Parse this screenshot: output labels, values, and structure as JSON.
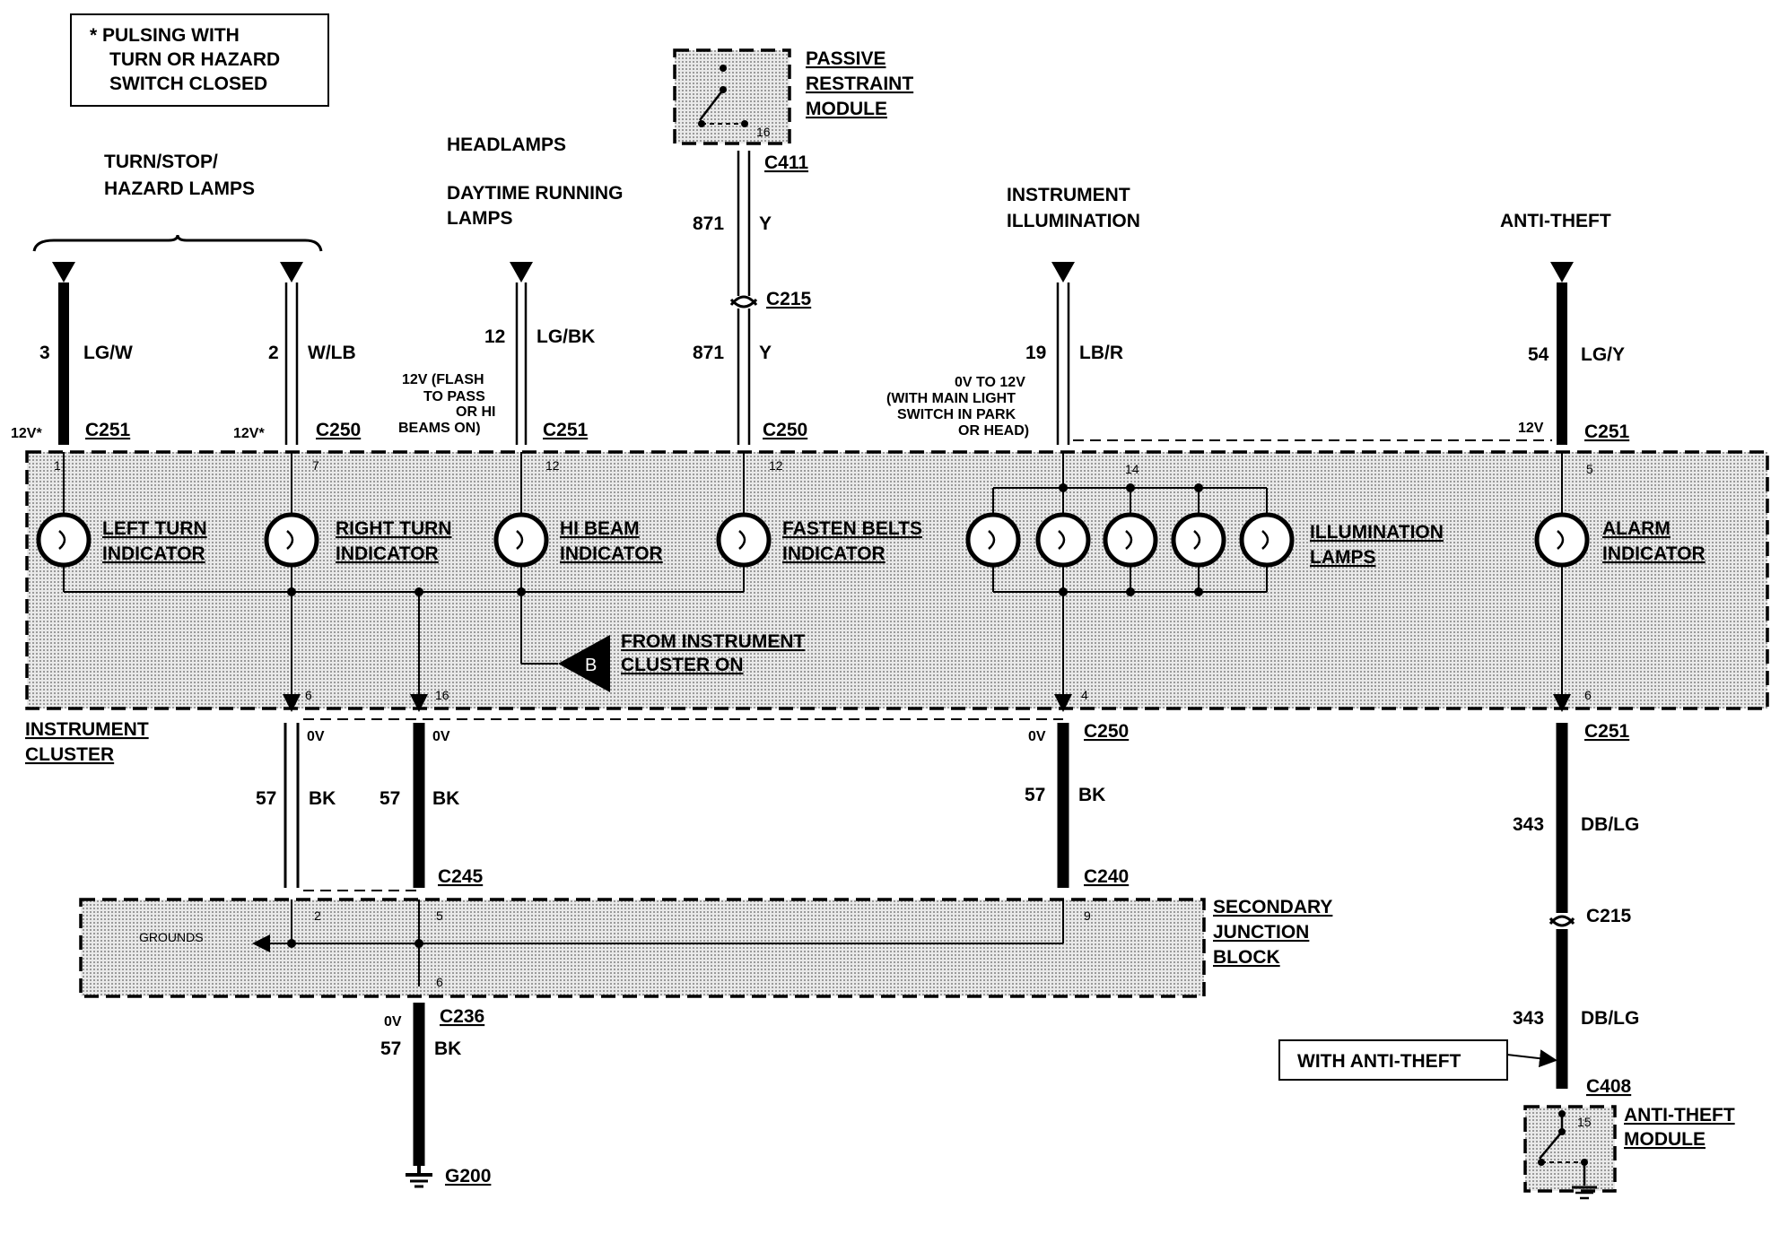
{
  "colors": {
    "ink": "#000000",
    "background": "#ffffff",
    "stipple": "#bcbcbc"
  },
  "note": {
    "lines": [
      "* PULSING WITH",
      "TURN OR HAZARD",
      "SWITCH CLOSED"
    ]
  },
  "groups": {
    "turn_stop_hazard": [
      "TURN/STOP/",
      "HAZARD LAMPS"
    ],
    "headlamps": "HEADLAMPS",
    "daytime_running": [
      "DAYTIME RUNNING",
      "LAMPS"
    ],
    "instrument_illumination": [
      "INSTRUMENT",
      "ILLUMINATION"
    ],
    "anti_theft": "ANTI-THEFT"
  },
  "passive_restraint": {
    "title": [
      "PASSIVE",
      "RESTRAINT",
      "MODULE"
    ],
    "pin": "16",
    "connector": "C411"
  },
  "inputs": [
    {
      "circuit": "3",
      "color": "LG/W",
      "voltage": "12V*",
      "connector": "C251",
      "pin": "1"
    },
    {
      "circuit": "2",
      "color": "W/LB",
      "voltage": "12V*",
      "connector": "C250",
      "pin": "7"
    },
    {
      "circuit": "12",
      "color": "LG/BK",
      "voltage_lines": [
        "12V (FLASH",
        "TO PASS",
        "OR HI",
        "BEAMS ON)"
      ],
      "connector": "C251",
      "pin": "12"
    },
    {
      "circuit_top": "871",
      "color_top": "Y",
      "mid_connector": "C215",
      "circuit": "871",
      "color": "Y",
      "connector": "C250",
      "pin": "12"
    },
    {
      "circuit": "19",
      "color": "LB/R",
      "voltage_lines": [
        "0V TO 12V",
        "(WITH MAIN LIGHT",
        "SWITCH IN PARK",
        "OR HEAD)"
      ],
      "pin": "14"
    },
    {
      "circuit": "54",
      "color": "LG/Y",
      "voltage": "12V",
      "connector": "C251",
      "pin": "5"
    }
  ],
  "indicators": {
    "left_turn": [
      "LEFT TURN",
      "INDICATOR"
    ],
    "right_turn": [
      "RIGHT TURN",
      "INDICATOR"
    ],
    "hi_beam": [
      "HI BEAM",
      "INDICATOR"
    ],
    "fasten_belts": [
      "FASTEN BELTS",
      "INDICATOR"
    ],
    "illumination": [
      "ILLUMINATION",
      "LAMPS"
    ],
    "alarm": [
      "ALARM",
      "INDICATOR"
    ]
  },
  "from_cluster": {
    "badge": "B",
    "lines": [
      "FROM INSTRUMENT",
      "CLUSTER ON"
    ]
  },
  "cluster": {
    "label": [
      "INSTRUMENT",
      "CLUSTER"
    ],
    "bottom_pins": {
      "a": "6",
      "b": "16",
      "c": "4",
      "d": "6"
    }
  },
  "grounds_upper": [
    {
      "voltage": "0V",
      "circuit": "57",
      "color": "BK"
    },
    {
      "voltage": "0V",
      "circuit": "57",
      "color": "BK"
    },
    {
      "voltage": "0V",
      "circuit": "57",
      "color": "BK",
      "connector": "C250"
    }
  ],
  "junction_block": {
    "title": [
      "SECONDARY",
      "JUNCTION",
      "BLOCK"
    ],
    "grounds_label": "GROUNDS",
    "connector_left": "C245",
    "connector_right": "C240",
    "pins": {
      "a": "2",
      "b": "5",
      "c": "9",
      "out": "6"
    }
  },
  "ground_out": {
    "connector": "C236",
    "voltage": "0V",
    "circuit": "57",
    "color": "BK",
    "ground": "G200"
  },
  "anti_theft_out": {
    "connector": "C251",
    "circuit": "343",
    "color": "DB/LG",
    "mid_connector": "C215",
    "circuit2": "343",
    "color2": "DB/LG",
    "option_label": "WITH ANTI-THEFT",
    "connector_module": "C408",
    "module_pin": "15",
    "module_title": [
      "ANTI-THEFT",
      "MODULE"
    ]
  }
}
